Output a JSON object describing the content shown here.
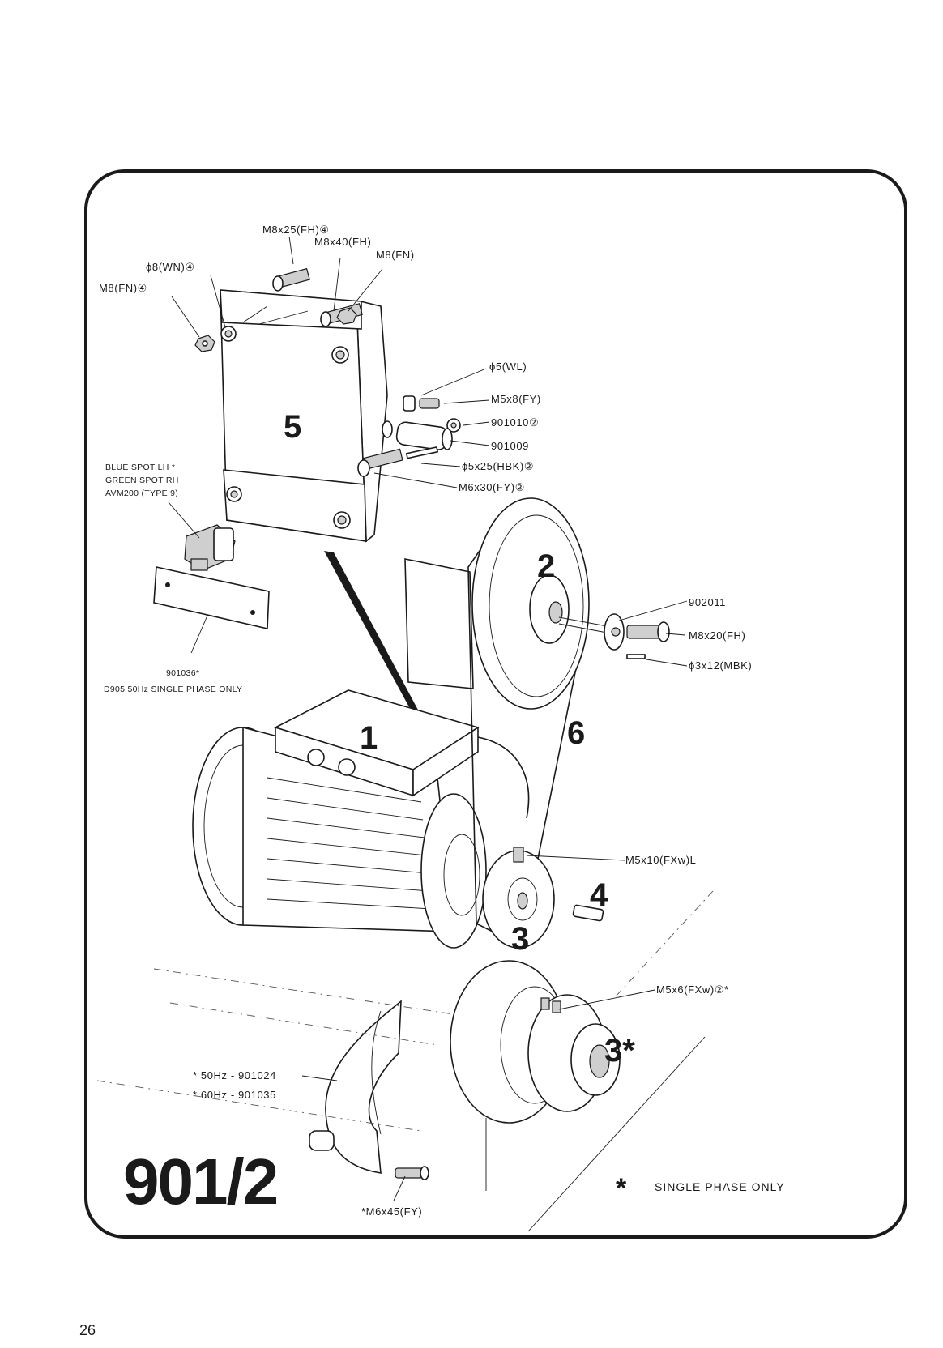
{
  "figure_number": "901/2",
  "page_number": "26",
  "footnote": {
    "symbol": "*",
    "text": "SINGLE PHASE ONLY"
  },
  "part_numbers": {
    "motor": "1",
    "motor_pulley": "2",
    "motor_pulley_hub": "3",
    "key": "4",
    "mounting_plate": "5",
    "belt": "6",
    "single_phase_pulley": "3*"
  },
  "callouts": {
    "m8x25_fh": "M8x25(FH)④",
    "m8x40_fh": "M8x40(FH)",
    "m8_fn_top": "M8(FN)",
    "dia8_wn": "ϕ8(WN)④",
    "m8_fn_left": "M8(FN)④",
    "dia5_wl": "ϕ5(WL)",
    "m5x8_fy": "M5x8(FY)",
    "p901010": "901010②",
    "p901009": "901009",
    "dia5x25_hbk": "ϕ5x25(HBK)②",
    "m6x30_fy": "M6x30(FY)②",
    "mount_line1": "BLUE SPOT LH *",
    "mount_line2": "GREEN SPOT RH",
    "mount_line3": "AVM200 (TYPE 9)",
    "p901036": "901036*",
    "d905_note": "D905 50Hz SINGLE PHASE ONLY",
    "p902011": "902011",
    "m8x20_fh": "M8x20(FH)",
    "dia3x12_mbk": "ϕ3x12(MBK)",
    "m5x10_fxw": "M5x10(FXw)L",
    "m5x6_fxw": "M5x6(FXw)②*",
    "guard_50hz": "* 50Hz - 901024",
    "guard_60hz": "* 60Hz - 901035",
    "m6x45_fy": "*M6x45(FY)"
  }
}
